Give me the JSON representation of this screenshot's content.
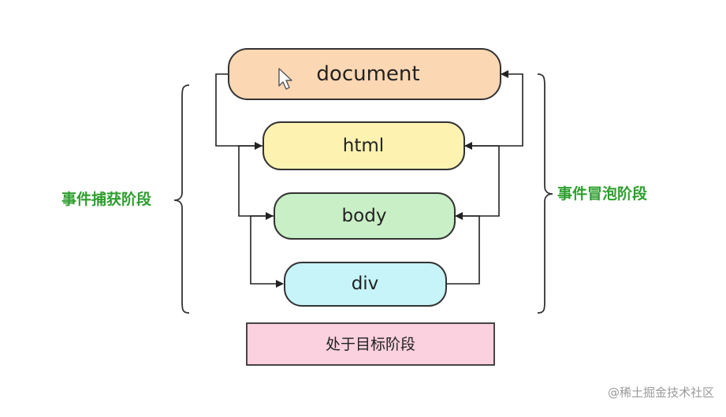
{
  "nodes": {
    "document": {
      "label": "document",
      "color": "#fcd7b3"
    },
    "html": {
      "label": "html",
      "color": "#fdf2b0"
    },
    "body": {
      "label": "body",
      "color": "#c9efc6"
    },
    "div": {
      "label": "div",
      "color": "#c6f4f8"
    }
  },
  "capture_phase": {
    "label": "事件捕获阶段",
    "color": "#2e9e2e"
  },
  "bubble_phase": {
    "label": "事件冒泡阶段",
    "color": "#2e9e2e"
  },
  "target_phase": {
    "label": "处于目标阶段",
    "color": "#fbd0df"
  },
  "cursor": {
    "icon": "mouse-pointer-icon"
  },
  "watermark": {
    "text": "@稀土掘金技术社区"
  }
}
